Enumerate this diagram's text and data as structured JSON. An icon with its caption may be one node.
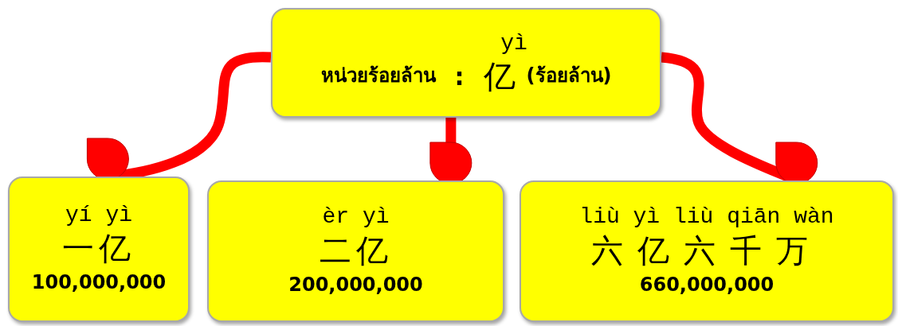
{
  "diagram": {
    "nodes": [
      {
        "text": [
          "yì",
          "หน่วยร้อยล้าน",
          ":",
          "亿",
          "(ร้อยล้าน)"
        ]
      },
      {
        "text": [
          "yí yì",
          "一亿",
          "100,000,000"
        ]
      },
      {
        "text": [
          "èr yì",
          "二亿",
          "200,000,000"
        ]
      },
      {
        "text": [
          "liù yì liù qiān wàn",
          "六亿六千万",
          "660,000,000"
        ]
      }
    ],
    "edges": [
      {
        "from": 0,
        "to": 1,
        "arrow": "to"
      },
      {
        "from": 0,
        "to": 2,
        "arrow": "to"
      },
      {
        "from": 0,
        "to": 3,
        "arrow": "to"
      }
    ]
  }
}
